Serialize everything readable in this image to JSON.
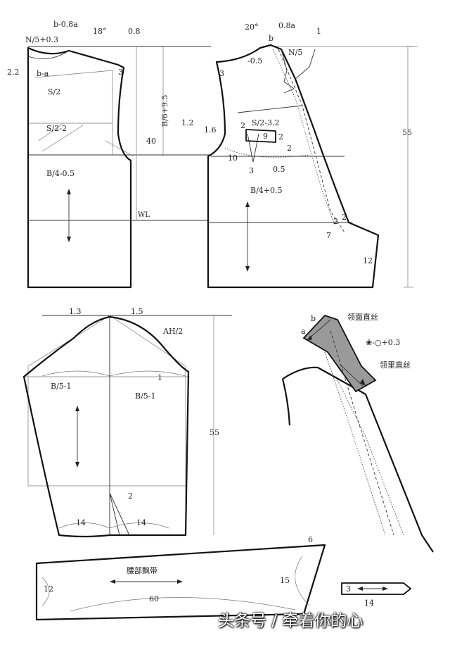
{
  "bodice_back": {
    "labels": {
      "neck_drop_top": "b-0.8a",
      "neck_width": "N/5+0.3",
      "shoulder_angle": "18°",
      "shoulder_ext": "0.8",
      "neck_side": "2.2",
      "neck_b_a": "b-a",
      "shoulder_3": "3",
      "shoulder_half": "S/2",
      "cross_back": "S/2-2",
      "bust_back": "B/4-0.5",
      "armhole_depth": "B/6+9.5",
      "bust_line_40": "40",
      "waist_line": "WL"
    }
  },
  "bodice_front": {
    "labels": {
      "shoulder_angle": "20°",
      "b_label": "b",
      "shoulder_08a": "0.8a",
      "lapel_1": "1",
      "shoulder_3": "3",
      "shoulder_minus": "-0.5",
      "neck_front": "N/5",
      "armhole_12": "1.2",
      "armhole_16": "1.6",
      "dart_2a": "2",
      "cross_front": "S/2-3.2",
      "pocket_9": "9",
      "pocket_2": "2",
      "pocket_2b": "2",
      "dart_10": "10",
      "dart_3": "3",
      "dart_05": "0.5",
      "bust_front": "B/4+0.5",
      "length_55": "55",
      "hem_2": "2",
      "hem_22": "2",
      "hem_7": "7",
      "hem_12": "12"
    }
  },
  "sleeve": {
    "labels": {
      "cap_13": "1.3",
      "cap_15": "1.5",
      "ah_half": "AH/2",
      "cap_1": "1",
      "width_back": "B/5-1",
      "width_front": "B/5-1",
      "length_55": "55",
      "elbow_2": "2",
      "cuff_back": "14",
      "cuff_front": "14"
    }
  },
  "collar": {
    "labels": {
      "b": "b",
      "a": "a",
      "grain_top": "领面直丝",
      "grain_under": "领里直丝",
      "collar_formula": "❀-○+0.3"
    }
  },
  "sash": {
    "labels": {
      "name": "腰部飘带",
      "left_12": "12",
      "right_15": "15",
      "top_6": "6",
      "length_60": "60"
    }
  },
  "loop": {
    "labels": {
      "width_3": "3",
      "length_14": "14"
    }
  },
  "watermark": "头条号 / 牵着你的心"
}
